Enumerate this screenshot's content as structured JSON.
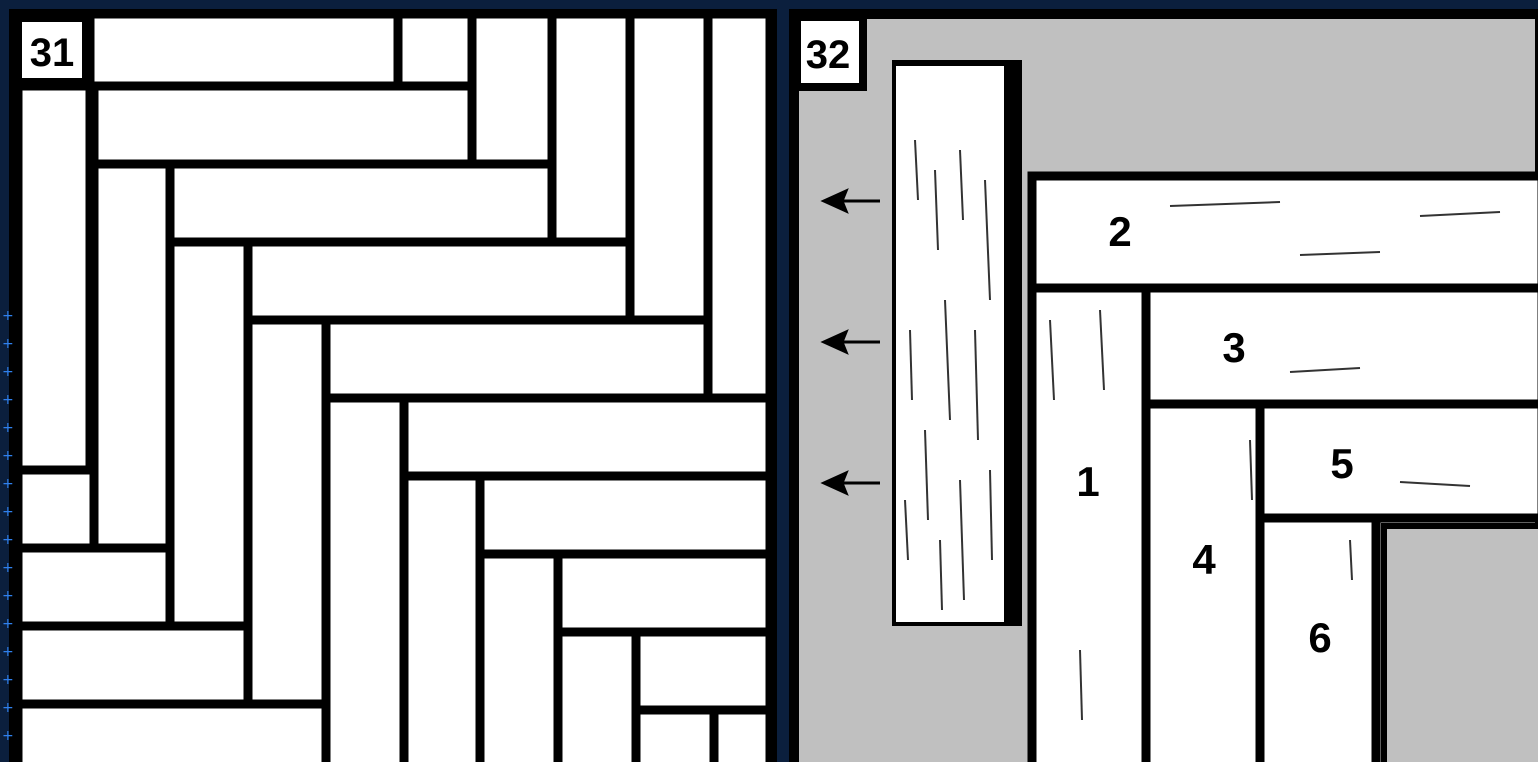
{
  "figures": [
    {
      "id": "fig-31",
      "label": "31"
    },
    {
      "id": "fig-32",
      "label": "32"
    }
  ],
  "fig32_boards": [
    {
      "number": "1"
    },
    {
      "number": "2"
    },
    {
      "number": "3"
    },
    {
      "number": "4"
    },
    {
      "number": "5"
    },
    {
      "number": "6"
    }
  ],
  "arrow_icon": "left-arrow-icon",
  "colors": {
    "page_background": "#0b1f3d",
    "panel_border": "#000000",
    "board_fill": "#ffffff",
    "fig32_background": "#c0c0c0",
    "marker": "#2f80ed"
  }
}
